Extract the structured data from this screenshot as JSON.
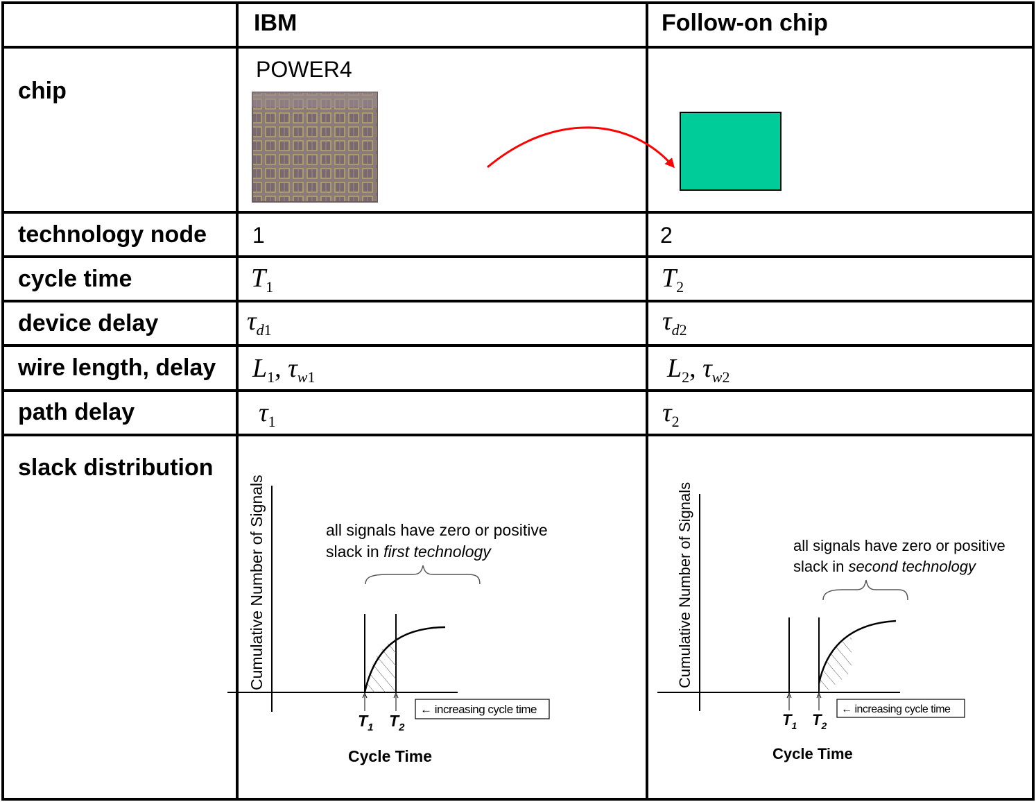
{
  "header": {
    "col1": "IBM",
    "col2": "Follow-on chip"
  },
  "rows": {
    "chip": "chip",
    "technology_node": "technology node",
    "cycle_time": "cycle time",
    "device_delay": "device delay",
    "wire": "wire length, delay",
    "path_delay": "path delay",
    "slack": "slack distribution"
  },
  "chip": {
    "ibm_name": "POWER4",
    "ibm_image_icon": "chip-die-photo",
    "followon_color": "#00cc99",
    "arrow_color": "#ff0000"
  },
  "technology_node": {
    "ibm": "1",
    "followon": "2"
  },
  "cycle_time": {
    "ibm": {
      "base": "T",
      "sub": "1"
    },
    "followon": {
      "base": "T",
      "sub": "2"
    }
  },
  "device_delay": {
    "ibm": {
      "base": "τ",
      "sub_var": "d",
      "sub": "1"
    },
    "followon": {
      "base": "τ",
      "sub_var": "d",
      "sub": "2"
    }
  },
  "wire": {
    "ibm": {
      "L": "L",
      "L_sub": "1",
      "sep": ",",
      "tau": "τ",
      "tau_var": "w",
      "tau_sub": "1"
    },
    "followon": {
      "L": "L",
      "L_sub": "2",
      "sep": ",",
      "tau": "τ",
      "tau_var": "w",
      "tau_sub": "2"
    }
  },
  "path_delay": {
    "ibm": {
      "base": "τ",
      "sub": "1"
    },
    "followon": {
      "base": "τ",
      "sub": "2"
    }
  },
  "slack": {
    "ylabel": "Cumulative Number of Signals",
    "xlabel": "Cycle Time",
    "t1": "T",
    "t1_sub": "1",
    "t2": "T",
    "t2_sub": "2",
    "legend": "← increasing cycle time",
    "ibm_annotation_line1": "all signals have zero or positive",
    "ibm_annotation_prefix": "slack in ",
    "ibm_annotation_em": "first technology",
    "followon_annotation_line1": "all signals have zero or positive",
    "followon_annotation_prefix": "slack in ",
    "followon_annotation_em": "second technology"
  }
}
